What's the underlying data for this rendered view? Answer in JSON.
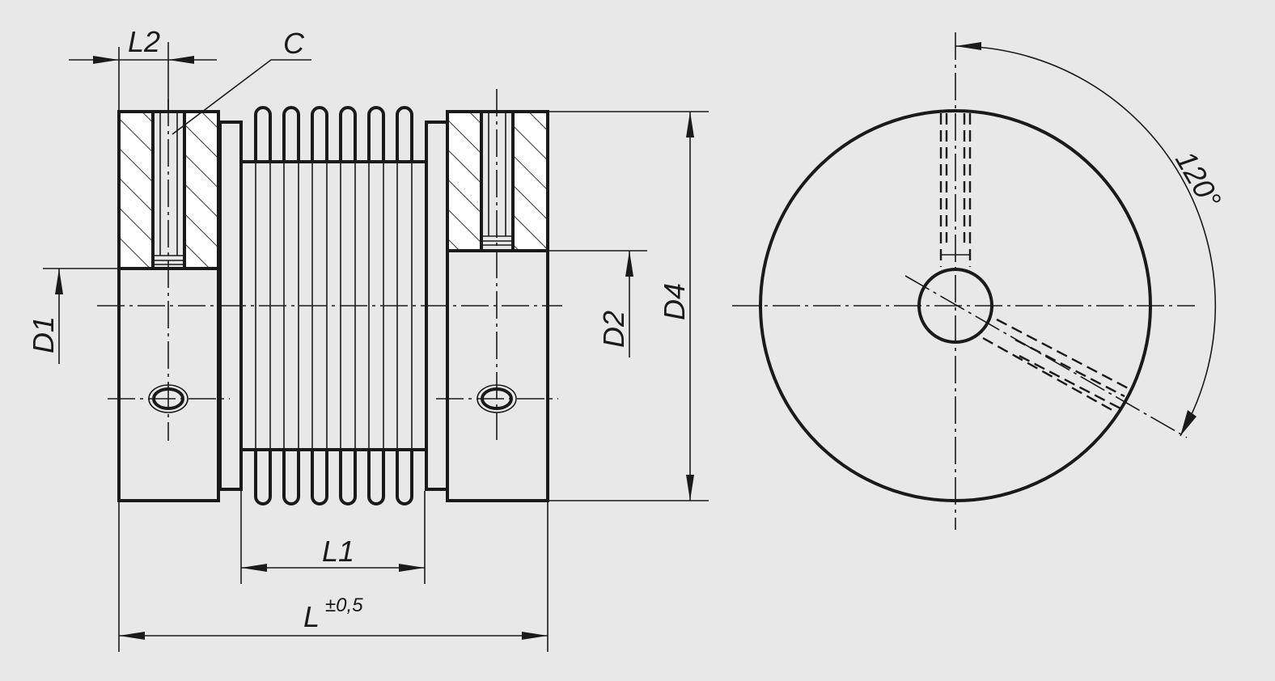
{
  "labels": {
    "l2": "L2",
    "c": "C",
    "d1": "D1",
    "d2": "D2",
    "d4": "D4",
    "l1": "L1",
    "l": "L",
    "tolerance": "±0,5",
    "angle": "120°"
  },
  "colors": {
    "background": "#e8e8e8",
    "line": "#1a1a1a",
    "part_fill": "#ffffff"
  }
}
